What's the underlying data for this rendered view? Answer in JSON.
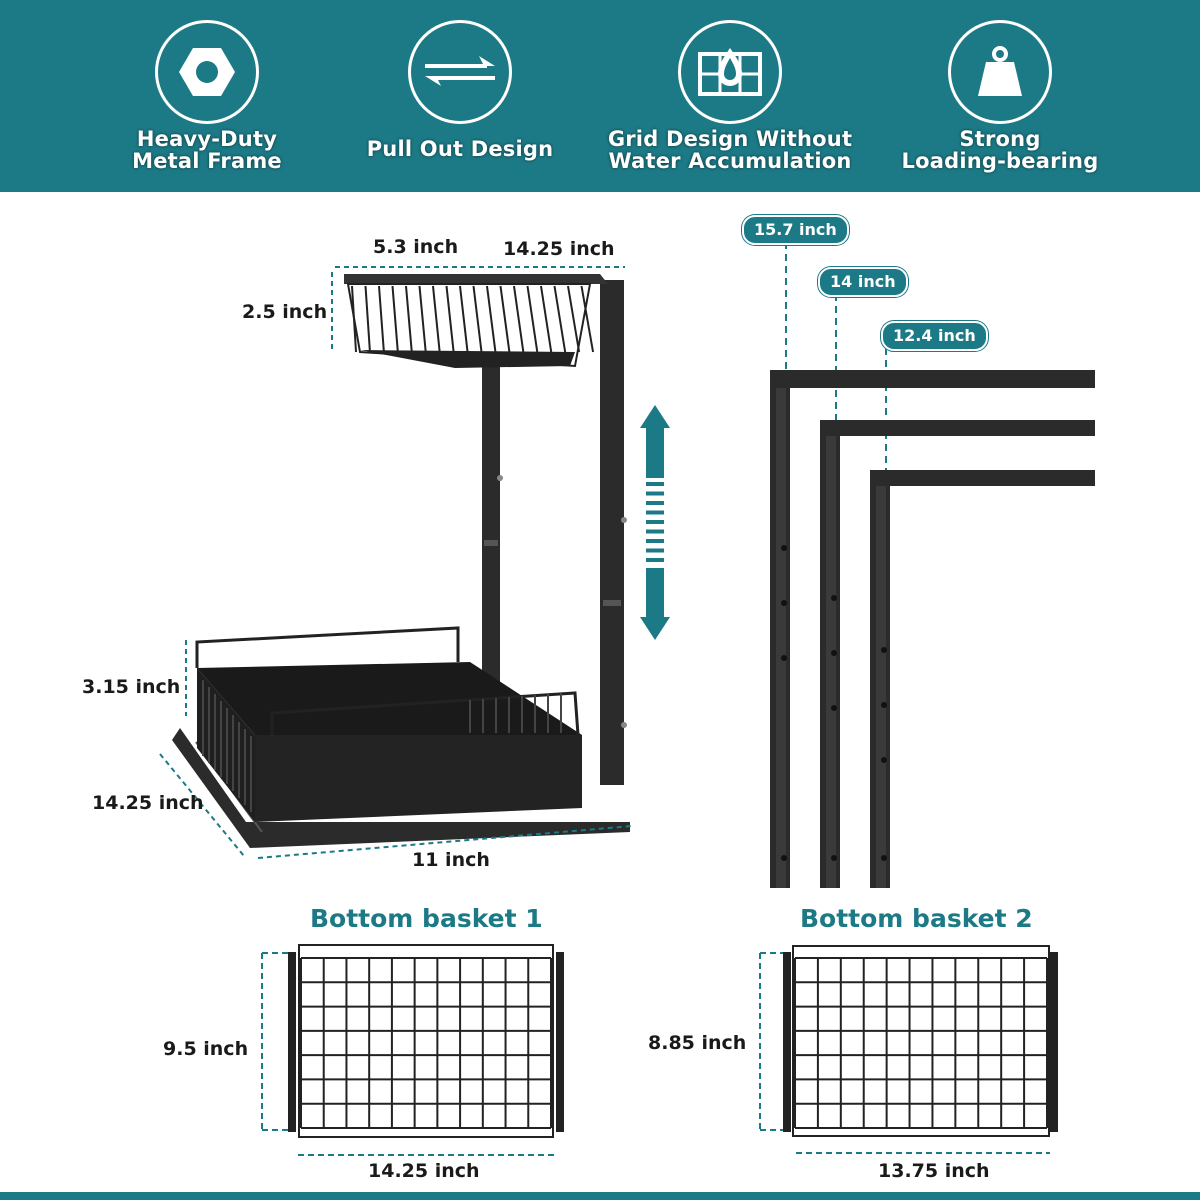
{
  "colors": {
    "accent": "#1c7a86",
    "frame": "#2b2b2b",
    "dim_line": "#1c7a86"
  },
  "features": [
    {
      "icon": "hex-nut-icon",
      "line1": "Heavy-Duty",
      "line2": "Metal Frame"
    },
    {
      "icon": "pull-arrows-icon",
      "line1": "Pull Out Design",
      "line2": ""
    },
    {
      "icon": "grid-droplet-icon",
      "line1": "Grid Design Without",
      "line2": "Water Accumulation"
    },
    {
      "icon": "weight-icon",
      "line1": "Strong",
      "line2": "Loading-bearing"
    }
  ],
  "product_dims": {
    "top_depth": "5.3 inch",
    "top_width": "14.25 inch",
    "top_height": "2.5 inch",
    "bottom_height": "3.15 inch",
    "bottom_depth": "14.25 inch",
    "bottom_width": "11 inch"
  },
  "frame_heights": [
    "15.7 inch",
    "14 inch",
    "12.4 inch"
  ],
  "baskets": [
    {
      "title": "Bottom basket 1",
      "height": "9.5 inch",
      "width": "14.25 inch"
    },
    {
      "title": "Bottom basket 2",
      "height": "8.85 inch",
      "width": "13.75 inch"
    }
  ]
}
